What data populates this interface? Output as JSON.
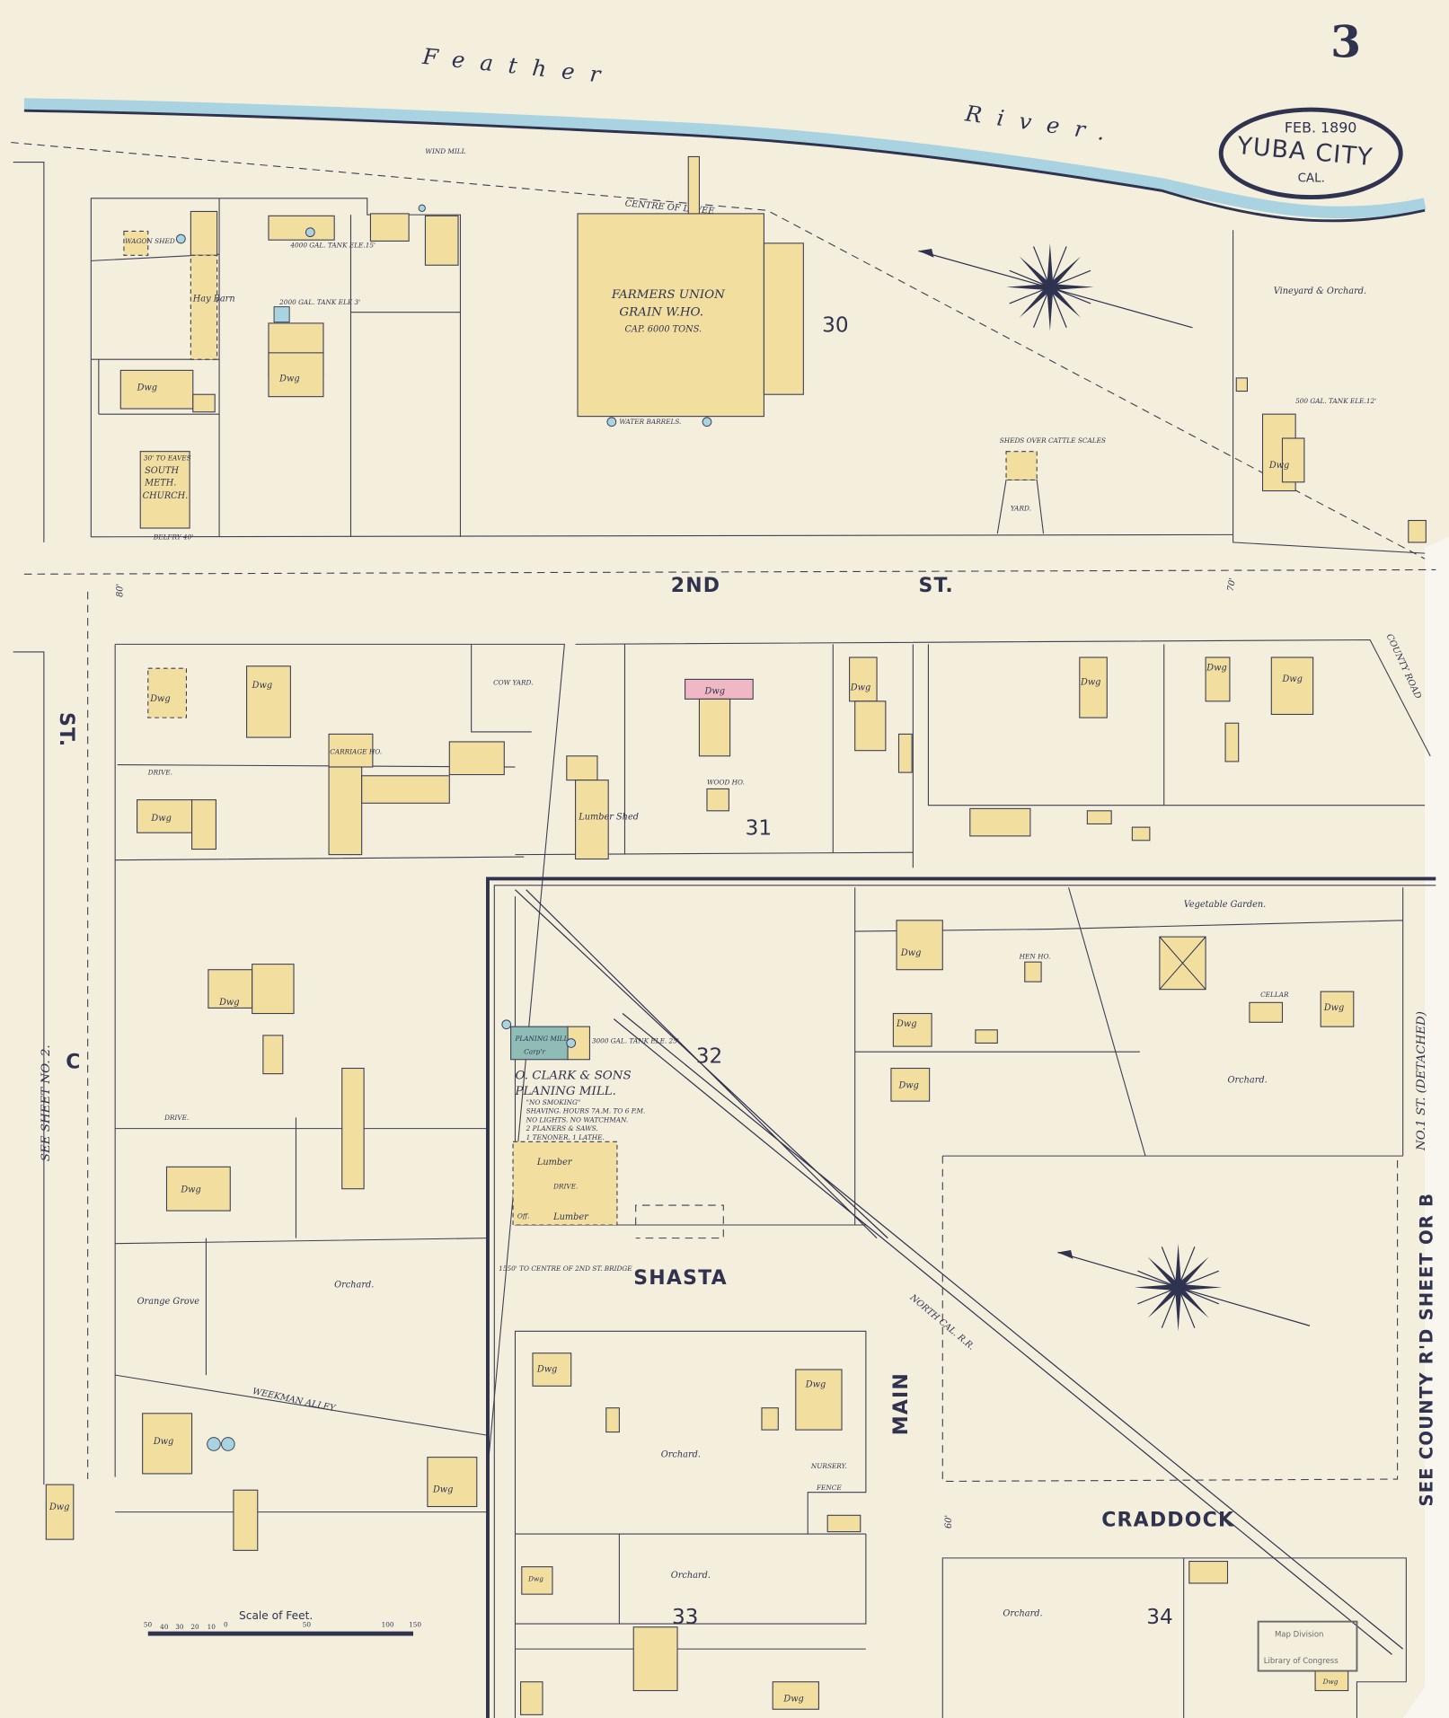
{
  "sheet": {
    "sheet_number": "3",
    "cartouche": {
      "date": "FEB. 1890",
      "city": "YUBA CITY",
      "state": "CAL."
    },
    "stamp": {
      "line1": "Map Division",
      "line2": "Library of Congress"
    },
    "scale": {
      "title": "Scale of Feet.",
      "ticks": [
        "50",
        "40",
        "30",
        "20",
        "10",
        "0",
        "50",
        "100",
        "150"
      ]
    }
  },
  "colors": {
    "paper": "#f4efdc",
    "frame_building": "#f2dfa0",
    "brick_building": "#efb8c4",
    "mill_building": "#8fbcb5",
    "water": "#a9d3e0",
    "ink": "#2f3350"
  },
  "water": {
    "river_word1": "Feather",
    "river_word2": "River."
  },
  "streets": {
    "second": "2ND",
    "second_st": "ST.",
    "c": "C",
    "c_st": "ST.",
    "see_sheet": "SEE SHEET NO. 2.",
    "shasta": "SHASTA",
    "main": "MAIN",
    "craddock": "CRADDOCK",
    "county_road": "COUNTY ROAD",
    "see_county": "SEE COUNTY R'D SHEET OR B",
    "no1_st": "NO.1 ST. (DETACHED)",
    "weekman_alley": "WEEKMAN ALLEY",
    "levee": "CENTRE OF LEVEE",
    "railroad": "NORTH CAL. R.R.",
    "width_80": "80'",
    "width_60": "60'",
    "width_70": "70'"
  },
  "blocks": [
    "30",
    "31",
    "32",
    "33",
    "34"
  ],
  "labels": {
    "dwg": "Dwg",
    "farmers_union_1": "FARMERS UNION",
    "farmers_union_2": "GRAIN W.HO.",
    "farmers_union_3": "CAP. 6000 TONS.",
    "water_barrels": "WATER BARRELS.",
    "church_1": "SOUTH",
    "church_2": "METH.",
    "church_3": "CHURCH.",
    "church_eaves": "30' TO EAVES",
    "belfry": "BELFRY 40'",
    "hay_barn": "Hay Barn",
    "wagon_shed": "WAGON SHED",
    "wind_mill": "WIND MILL",
    "tank_2000": "2000 GAL. TANK ELE 3'",
    "tank_4000": "4000 GAL. TANK ELE.15'",
    "vineyard": "Vineyard & Orchard.",
    "tank_500": "500 GAL. TANK ELE.12'",
    "sheds_cattle": "SHEDS OVER CATTLE SCALES",
    "yard": "YARD.",
    "cow_yard": "COW YARD.",
    "carriage": "CARRIAGE HO.",
    "lumber_shed": "Lumber Shed",
    "drive": "DRIVE.",
    "planing_mill": "PLANING MILL.",
    "carp": "Carp'r",
    "clark_1": "O. CLARK & SONS",
    "clark_2": "PLANING MILL.",
    "clark_3": "\"NO SMOKING\"",
    "clark_4": "SHAVING. HOURS 7A.M. TO 6 P.M.",
    "clark_5": "NO LIGHTS. NO WATCHMAN.",
    "clark_6": "2 PLANERS & SAWS.",
    "clark_7": "1 TENONER. 1 LATHE.",
    "tank_3000": "3000 GAL. TANK ELE. 25'",
    "lumber": "Lumber",
    "office": "Off.",
    "bridge_note": "1550' TO CENTRE OF 2ND ST. BRIDGE",
    "vegetable_garden": "Vegetable Garden.",
    "orchard": "Orchard.",
    "orange_grove": "Orange Grove",
    "nursery": "NURSERY.",
    "fence": "FENCE",
    "wood_ho": "WOOD HO.",
    "hen_ho": "HEN HO.",
    "cellar": "CELLAR"
  }
}
